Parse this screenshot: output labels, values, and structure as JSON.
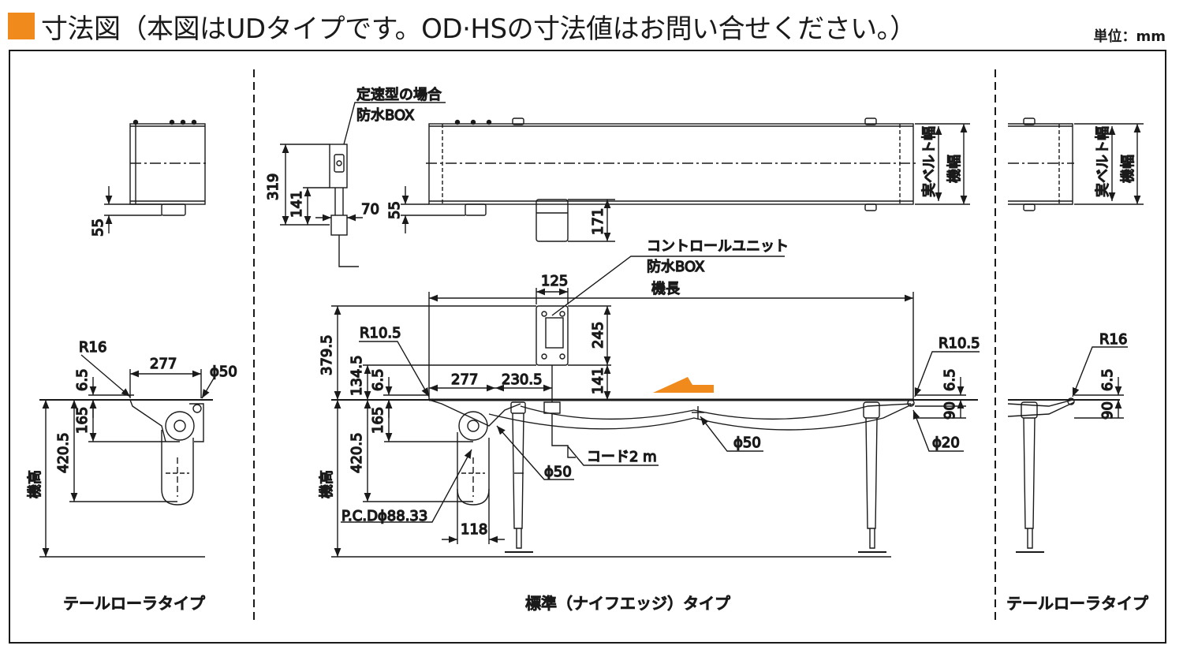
{
  "header": {
    "title": "寸法図（本図はUDタイプです。OD·HSの寸法値はお問い合せください。）",
    "unit": "単位：mm",
    "accent_color": "#f08a1c"
  },
  "left_view": {
    "dims": {
      "d55": "55",
      "r16": "R16",
      "d277": "277",
      "phi50": "ϕ50",
      "d6_5": "6.5",
      "d165": "165",
      "d420_5": "420.5",
      "height": "機高"
    },
    "caption": "テールローラタイプ"
  },
  "center_view": {
    "top": {
      "callout_line1": "定速型の場合",
      "callout_line2": "防水BOX",
      "d319": "319",
      "d141": "141",
      "d70": "70",
      "d55": "55",
      "d171": "171",
      "belt_width": "実ベルト幅",
      "machine_width": "機幅"
    },
    "front": {
      "callout_line1": "コントロールユニット",
      "callout_line2": "防水BOX",
      "d125": "125",
      "length": "機長",
      "d245": "245",
      "d379_5": "379.5",
      "r10_5_left": "R10.5",
      "r10_5_right": "R10.5",
      "d134_5": "134.5",
      "d6_5": "6.5",
      "d277": "277",
      "d230_5": "230.5",
      "d141": "141",
      "d165": "165",
      "d420_5": "420.5",
      "height": "機高",
      "cord": "コード2 m",
      "phi50_a": "ϕ50",
      "phi50_b": "ϕ50",
      "phi20": "ϕ20",
      "pcd": "P.C.Dϕ88.33",
      "d118": "118",
      "d6_5_right": "6.5",
      "d90": "90"
    },
    "caption": "標準（ナイフエッジ）タイプ"
  },
  "right_view": {
    "dims": {
      "belt_width": "実ベルト幅",
      "machine_width": "機幅",
      "r16": "R16",
      "d6_5": "6.5",
      "d90": "90"
    },
    "caption": "テールローラタイプ"
  }
}
